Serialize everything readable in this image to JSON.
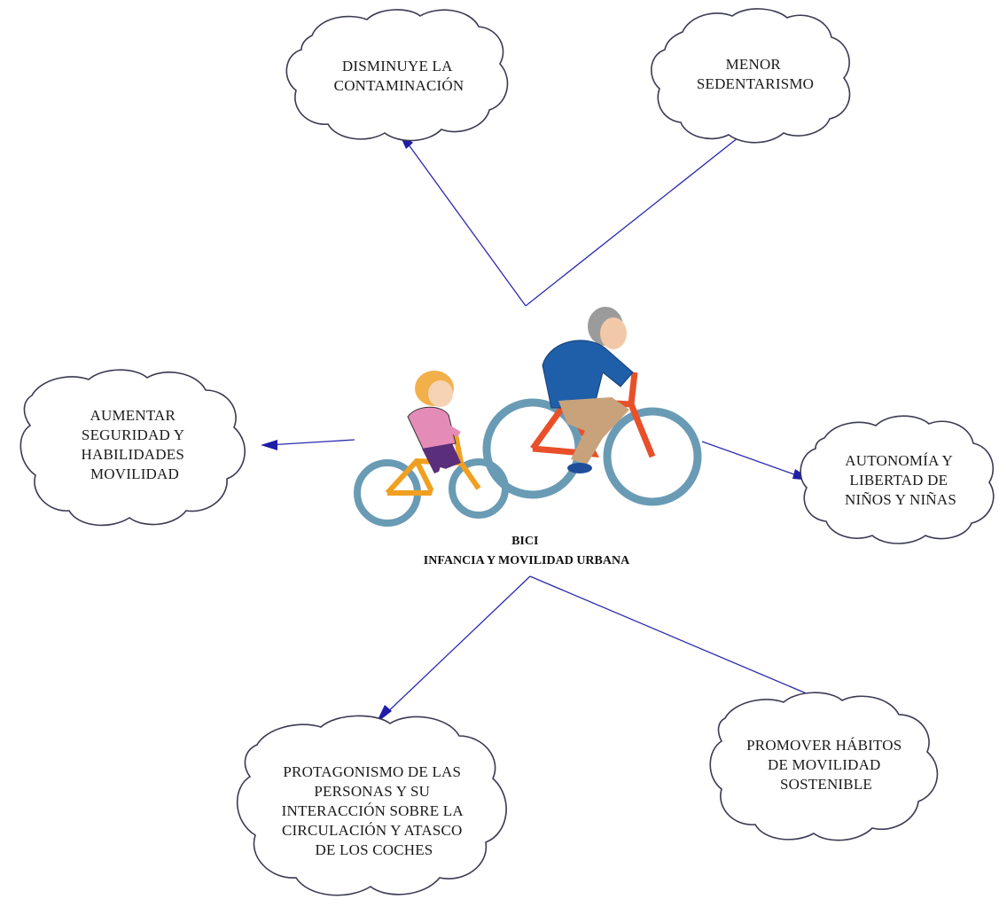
{
  "center": {
    "line1": "BICI",
    "line2": "INFANCIA Y MOVILIDAD URBANA"
  },
  "nodes": [
    {
      "id": "contaminacion",
      "lines": [
        "DISMINUYE LA",
        "CONTAMINACIÓN"
      ]
    },
    {
      "id": "sedentarismo",
      "lines": [
        "MENOR",
        "SEDENTARISMO"
      ]
    },
    {
      "id": "seguridad",
      "lines": [
        "AUMENTAR",
        "SEGURIDAD Y",
        "HABILIDADES",
        "MOVILIDAD"
      ]
    },
    {
      "id": "autonomia",
      "lines": [
        "AUTONOMÍA Y",
        "LIBERTAD DE",
        "NIÑOS Y NIÑAS"
      ]
    },
    {
      "id": "protagonismo",
      "lines": [
        "PROTAGONISMO DE LAS",
        "PERSONAS Y SU",
        "INTERACCIÓN SOBRE LA",
        "CIRCULACIÓN Y ATASCO",
        "DE LOS COCHES"
      ]
    },
    {
      "id": "habitos",
      "lines": [
        "PROMOVER HÁBITOS",
        "DE MOVILIDAD",
        "SOSTENIBLE"
      ]
    }
  ],
  "illustration": {
    "subject": "adult-and-child-cycling",
    "colors": {
      "adult_jacket": "#1f5ea8",
      "adult_pants": "#c8a27a",
      "adult_bike": "#e8502a",
      "child_top": "#e58bb8",
      "child_hair": "#f2b04a",
      "child_bike": "#f0a020",
      "wheels": "#6a9bb5"
    }
  },
  "colors": {
    "connector": "#2a2ab0",
    "cloud_stroke": "#3a3a52"
  }
}
